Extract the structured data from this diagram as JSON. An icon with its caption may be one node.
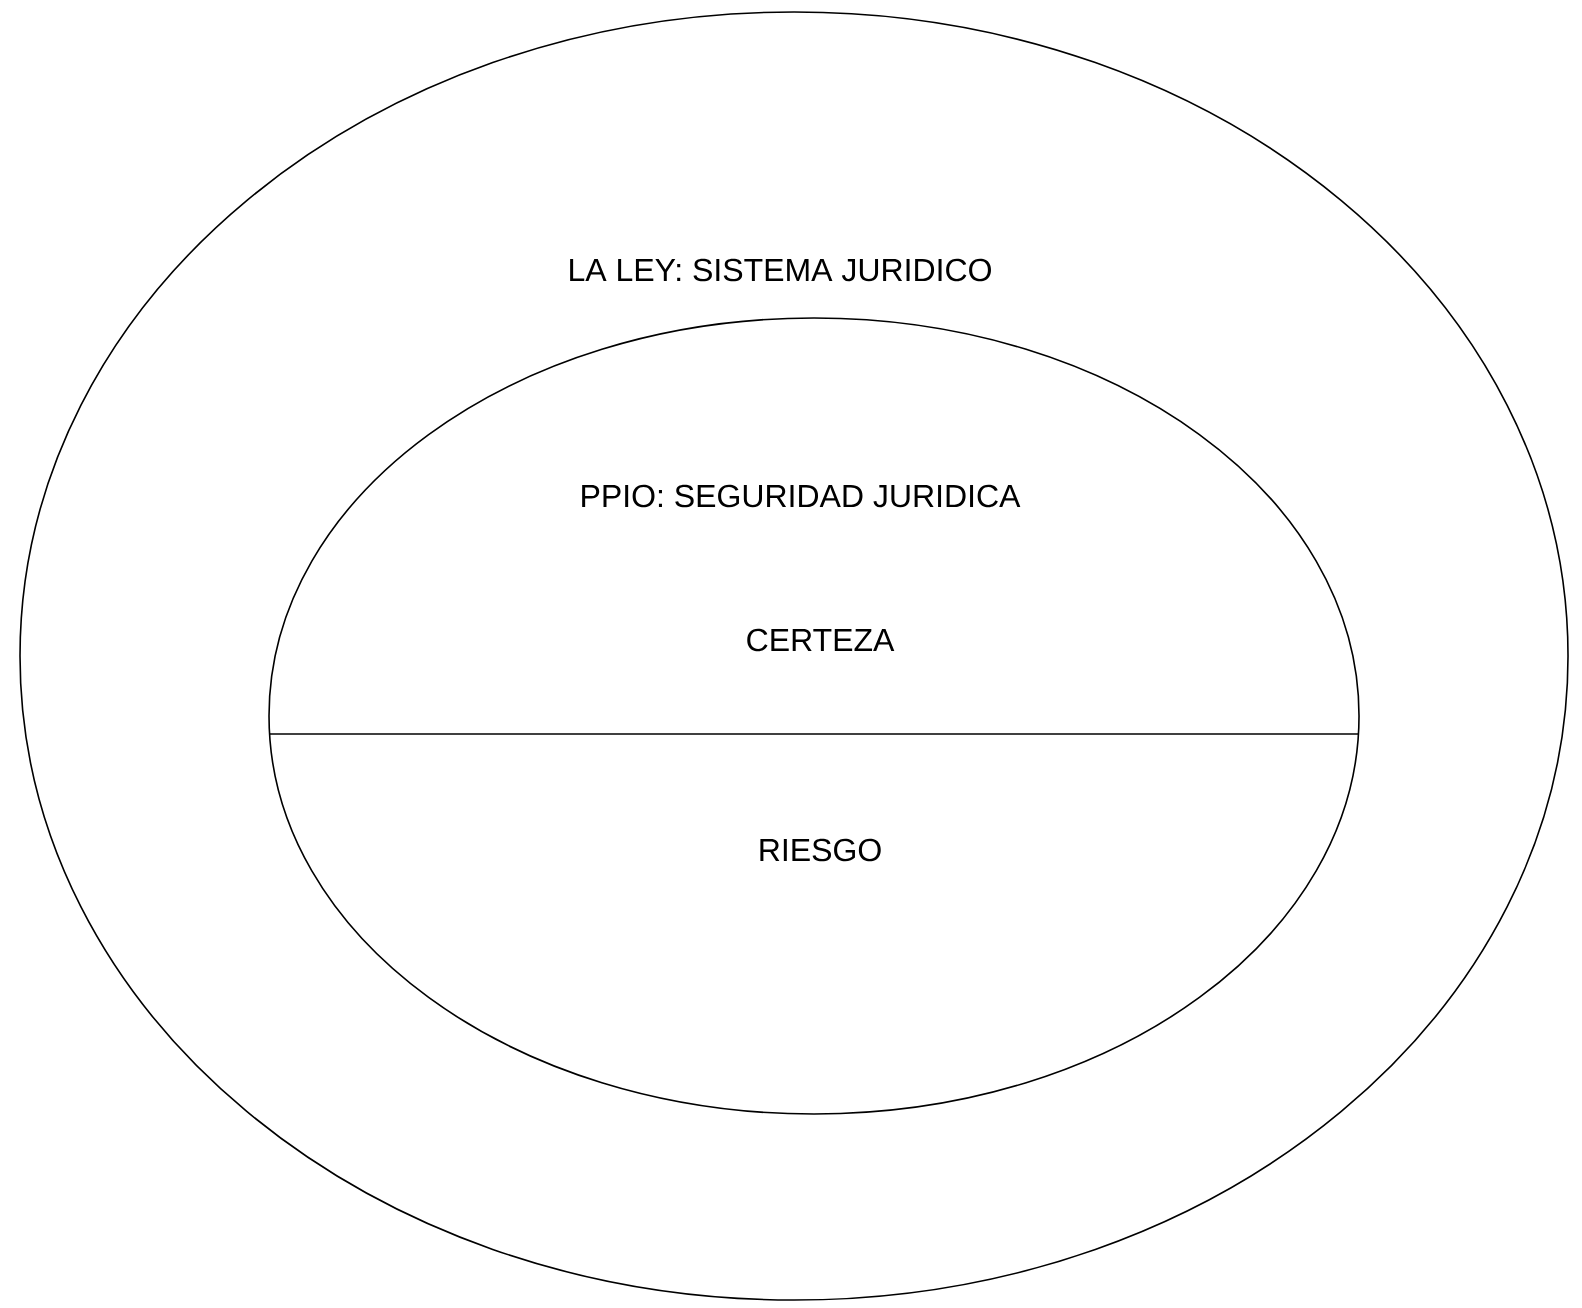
{
  "diagram": {
    "nodes": [
      {
        "text": [
          "LA LEY: SISTEMA JURIDICO"
        ]
      },
      {
        "text": [
          "PPIO: SEGURIDAD JURIDICA"
        ],
        "in": 0
      },
      {
        "text": [
          "CERTEZA"
        ],
        "in": 1
      },
      {
        "text": [
          "RIESGO"
        ],
        "in": 1
      }
    ]
  }
}
